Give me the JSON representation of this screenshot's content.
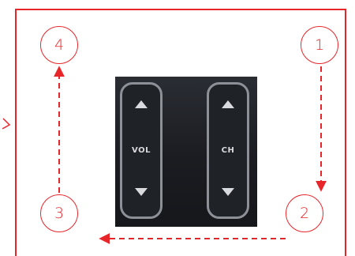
{
  "steps": [
    {
      "number": "1"
    },
    {
      "number": "2"
    },
    {
      "number": "3"
    },
    {
      "number": "4"
    }
  ],
  "remote": {
    "volume_label": "VOL",
    "channel_label": "CH"
  },
  "colors": {
    "accent": "#e8262a",
    "remote_body": "#1c1f24",
    "rocker_outline": "#8d9097"
  }
}
